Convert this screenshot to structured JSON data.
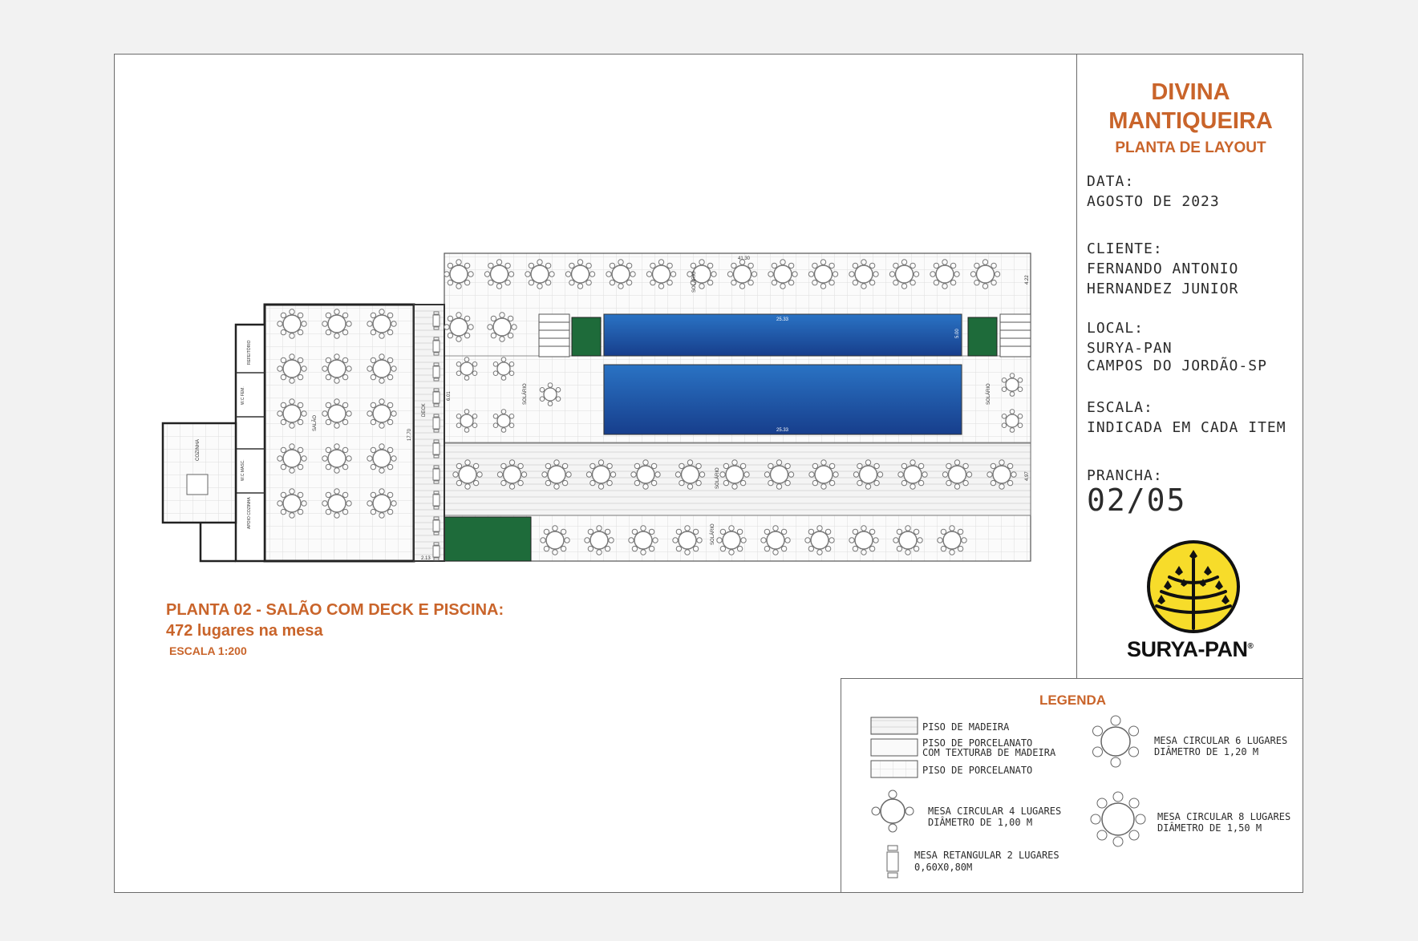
{
  "titleblock": {
    "project_line1": "DIVINA",
    "project_line2": "MANTIQUEIRA",
    "subtitle": "PLANTA DE LAYOUT",
    "date_label": "DATA:",
    "date_value": "AGOSTO DE 2023",
    "client_label": "CLIENTE:",
    "client_line1": "FERNANDO ANTONIO",
    "client_line2": "HERNANDEZ JUNIOR",
    "local_label": "LOCAL:",
    "local_line1": "SURYA-PAN",
    "local_line2": "CAMPOS DO JORDÃO-SP",
    "scale_label": "ESCALA:",
    "scale_value": "INDICADA EM CADA ITEM",
    "sheet_label": "PRANCHA:",
    "sheet_value": "02/05",
    "brand": "SURYA-PAN",
    "brand_mark": "®"
  },
  "plan": {
    "title": "PLANTA  02 - SALÃO COM DECK E PISCINA:",
    "seats": "472 lugares na mesa",
    "scale": "ESCALA 1:200",
    "room_labels": {
      "salao": "SALÃO",
      "cozinha": "COZINHA",
      "refeitorio": "REFEITÓRIO",
      "wc_fem": "W.C FEM.",
      "wc_masc": "W.C MASC.",
      "apoio": "APOIO COZINHA",
      "deck": "DECK",
      "solario": "SOLÁRIO"
    },
    "dimensions": {
      "top": "41.30",
      "pool_top": "25.33",
      "pool_bottom": "25.33",
      "deck_side": "17.70",
      "left_side": "6.01",
      "bottom": "2.13",
      "right_top": "4.22",
      "right_mid": "4.97",
      "pool_h": "5.00"
    }
  },
  "legend": {
    "title": "LEGENDA",
    "floor_wood": "PISO DE MADEIRA",
    "floor_porcelain_wood_1": "PISO DE PORCELANATO",
    "floor_porcelain_wood_2": "COM TEXTURAB DE MADEIRA",
    "floor_porcelain": "PISO DE PORCELANATO",
    "table4_1": "MESA CIRCULAR 4 LUGARES",
    "table4_2": "DIÂMETRO DE 1,00 M",
    "table6_1": "MESA CIRCULAR 6 LUGARES",
    "table6_2": "DIÂMETRO DE 1,20 M",
    "table8_1": "MESA CIRCULAR 8 LUGARES",
    "table8_2": "DIÂMETRO DE 1,50 M",
    "rect2_1": "MESA RETANGULAR 2 LUGARES",
    "rect2_2": "0,60X0,80M"
  },
  "colors": {
    "accent": "#c9642a",
    "pool": "#1f5fae",
    "green": "#1e6b3a",
    "logo_yellow": "#f7dc2a"
  }
}
